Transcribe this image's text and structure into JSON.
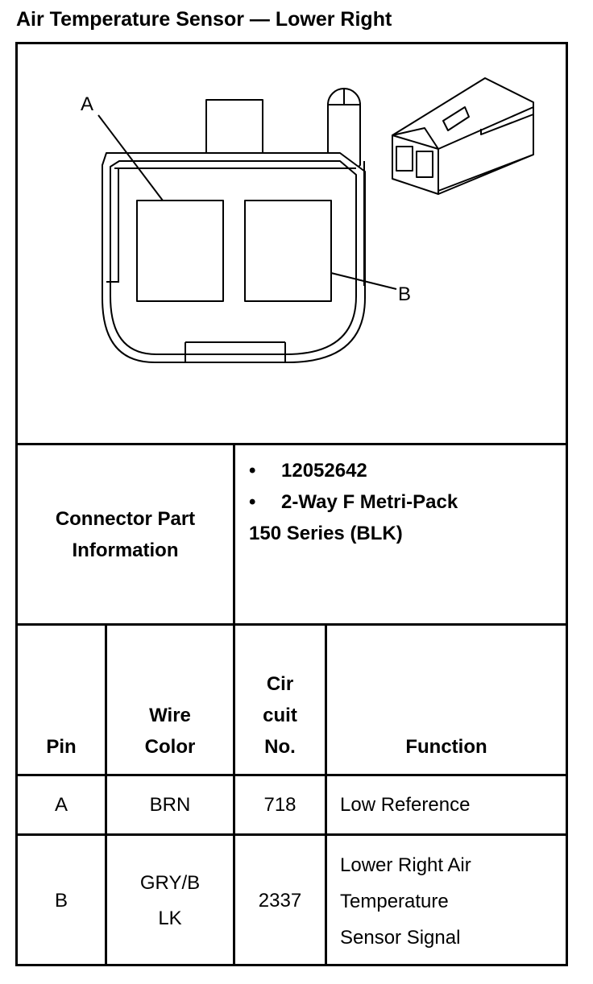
{
  "title": "Air Temperature Sensor — Lower Right",
  "diagram": {
    "label_a": "A",
    "label_b": "B"
  },
  "connector": {
    "label_line1": "Connector Part",
    "label_line2": "Information",
    "bullet_symbol": "•",
    "part_number": "12052642",
    "description_line1": "2-Way F Metri-Pack",
    "description_line2": "150 Series (BLK)"
  },
  "table": {
    "headers": {
      "pin": "Pin",
      "wire_color_line1": "Wire",
      "wire_color_line2": "Color",
      "circuit_line1": "Cir",
      "circuit_line2": "cuit",
      "circuit_line3": "No.",
      "function": "Function"
    },
    "rows": [
      {
        "pin": "A",
        "wire_color": "BRN",
        "circuit": "718",
        "function_lines": [
          "Low Reference"
        ]
      },
      {
        "pin": "B",
        "wire_color_lines": [
          "GRY/B",
          "LK"
        ],
        "circuit": "2337",
        "function_lines": [
          "Lower Right Air",
          "Temperature",
          "Sensor Signal"
        ]
      }
    ]
  }
}
